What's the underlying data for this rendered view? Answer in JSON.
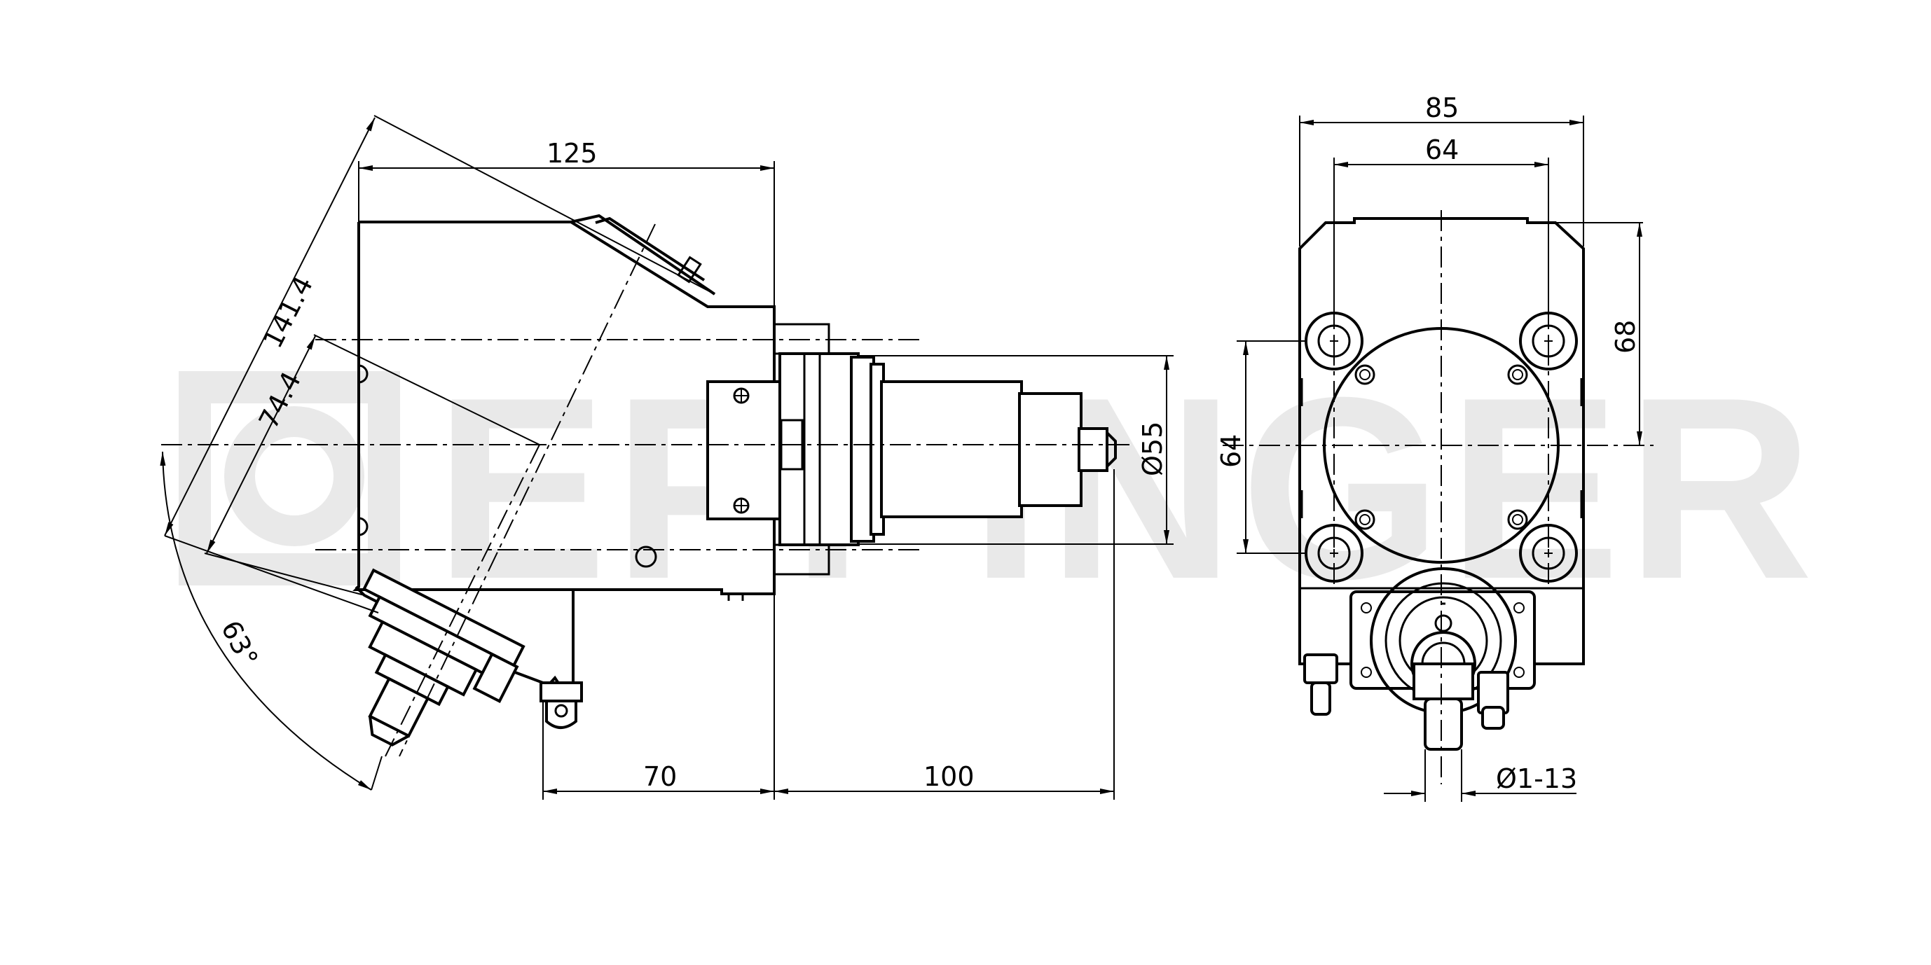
{
  "watermark": {
    "text": "EPPINGER",
    "brand_color": "#e9e9e9"
  },
  "dimensions": {
    "side_view": {
      "width_top": "125",
      "diagonal_long": "141.4",
      "diagonal_short": "74.4",
      "angle": "63°",
      "diameter": "Ø55",
      "offset_left": "70",
      "offset_right": "100"
    },
    "front_view": {
      "width_outer": "85",
      "width_inner": "64",
      "height_right": "68",
      "height_left": "64",
      "collet_range": "Ø1-13"
    }
  },
  "colors": {
    "line": "#000000",
    "background": "#ffffff"
  }
}
